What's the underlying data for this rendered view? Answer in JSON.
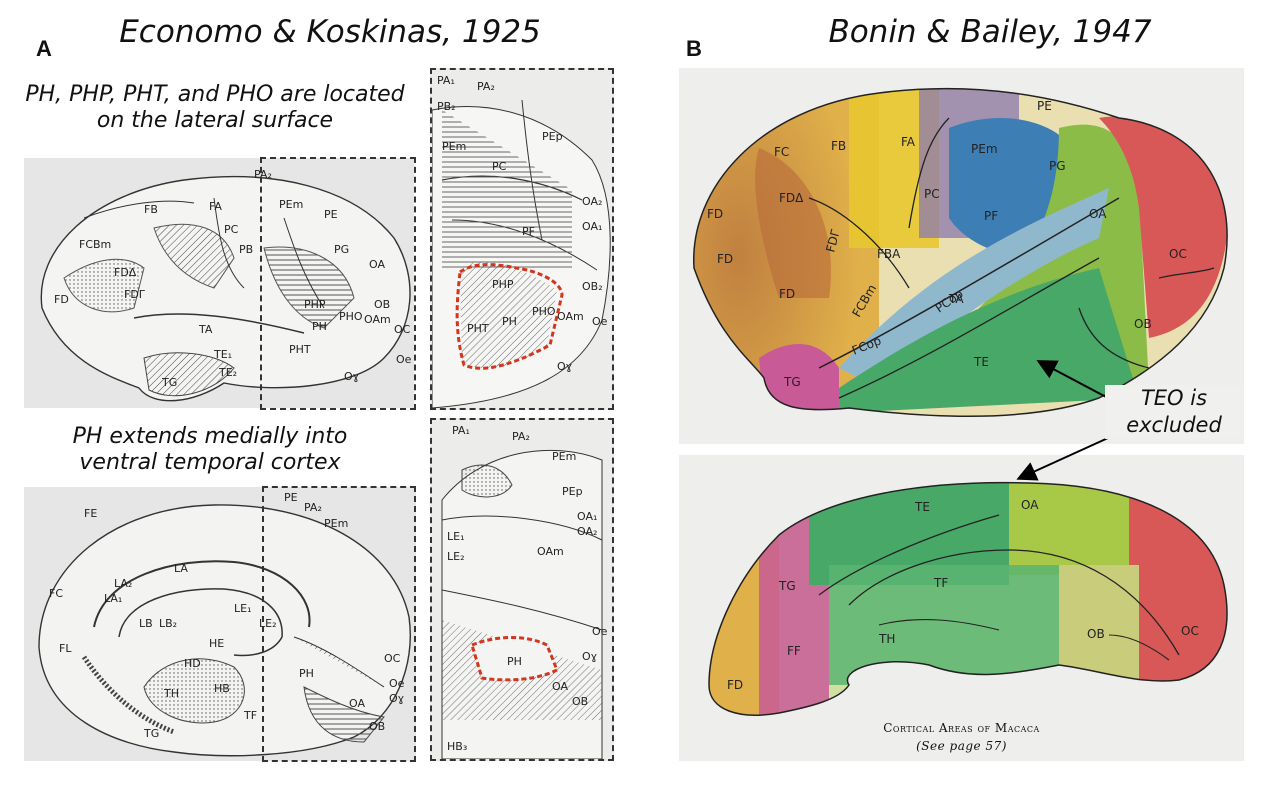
{
  "panel_a": {
    "letter": "A",
    "title": "Economo & Koskinas, 1925",
    "caption_top": [
      "PH, PHP, PHT, and PHO are located",
      "on the lateral surface"
    ],
    "caption_bottom": [
      "PH extends medially into",
      "ventral temporal cortex"
    ],
    "lateral_labels": [
      "FD",
      "FCBm",
      "FB",
      "FA",
      "FDΔ",
      "FDΓ",
      "PA₂",
      "PB",
      "PC",
      "PE",
      "PEm",
      "PG",
      "OA",
      "OB",
      "OC",
      "TA",
      "TE₁",
      "TE₂",
      "TG",
      "PH",
      "PHT",
      "PHP",
      "PHO",
      "OAm",
      "Oe",
      "Oɣ"
    ],
    "lateral_zoom_labels": [
      "PA₁",
      "PA₂",
      "PB₂",
      "PEm",
      "PC",
      "PEp",
      "PF",
      "PHP",
      "PHT",
      "PH",
      "PHO",
      "OAm",
      "OA₁",
      "OA₂",
      "OB₂",
      "Oe",
      "Oɣ"
    ],
    "medial_labels": [
      "FE",
      "FC",
      "FL",
      "LA",
      "LA₁",
      "LA₂",
      "LB",
      "LB₂",
      "LE₁",
      "LE₂",
      "HD",
      "HE",
      "HB",
      "TH",
      "TF",
      "TG",
      "PH",
      "OA",
      "OB",
      "OC",
      "Oe",
      "Oɣ",
      "PA₂",
      "PE",
      "PEm"
    ],
    "medial_zoom_labels": [
      "PA₁",
      "PA₂",
      "PEm",
      "PEp",
      "LE₁",
      "LE₂",
      "OA₁",
      "OA₂",
      "OAm",
      "PH",
      "OA",
      "OB",
      "Oɣ",
      "Oe",
      "HB₃"
    ]
  },
  "panel_b": {
    "letter": "B",
    "title": "Bonin & Bailey, 1947",
    "lateral_labels": [
      "FD",
      "FD",
      "FD",
      "FC",
      "FB",
      "FA",
      "FDΔ",
      "FDΓ",
      "FBA",
      "FCBm",
      "FCop",
      "PC",
      "PCop",
      "PEm",
      "PE",
      "PG",
      "PF",
      "OA",
      "OC",
      "OB",
      "TA",
      "TE",
      "TG"
    ],
    "medial_labels": [
      "TE",
      "OA",
      "TG",
      "TF",
      "TH",
      "FF",
      "FD",
      "OB",
      "OC"
    ],
    "annotation": [
      "TEO is",
      "excluded"
    ],
    "plate_caption": "Cortical Areas of Macaca",
    "plate_subcaption": "(See page 57)"
  },
  "colors": {
    "red_outline": "#d4351c",
    "frontal": "#e0b04a",
    "frontal_dark": "#b86a3a",
    "yellow": "#e8c830",
    "purple": "#8a78b0",
    "blue": "#3d7fb5",
    "green": "#48a868",
    "lightgreen": "#a8c848",
    "red": "#d85858",
    "pink": "#c85a98",
    "ta_blue": "#8fb8cc"
  }
}
